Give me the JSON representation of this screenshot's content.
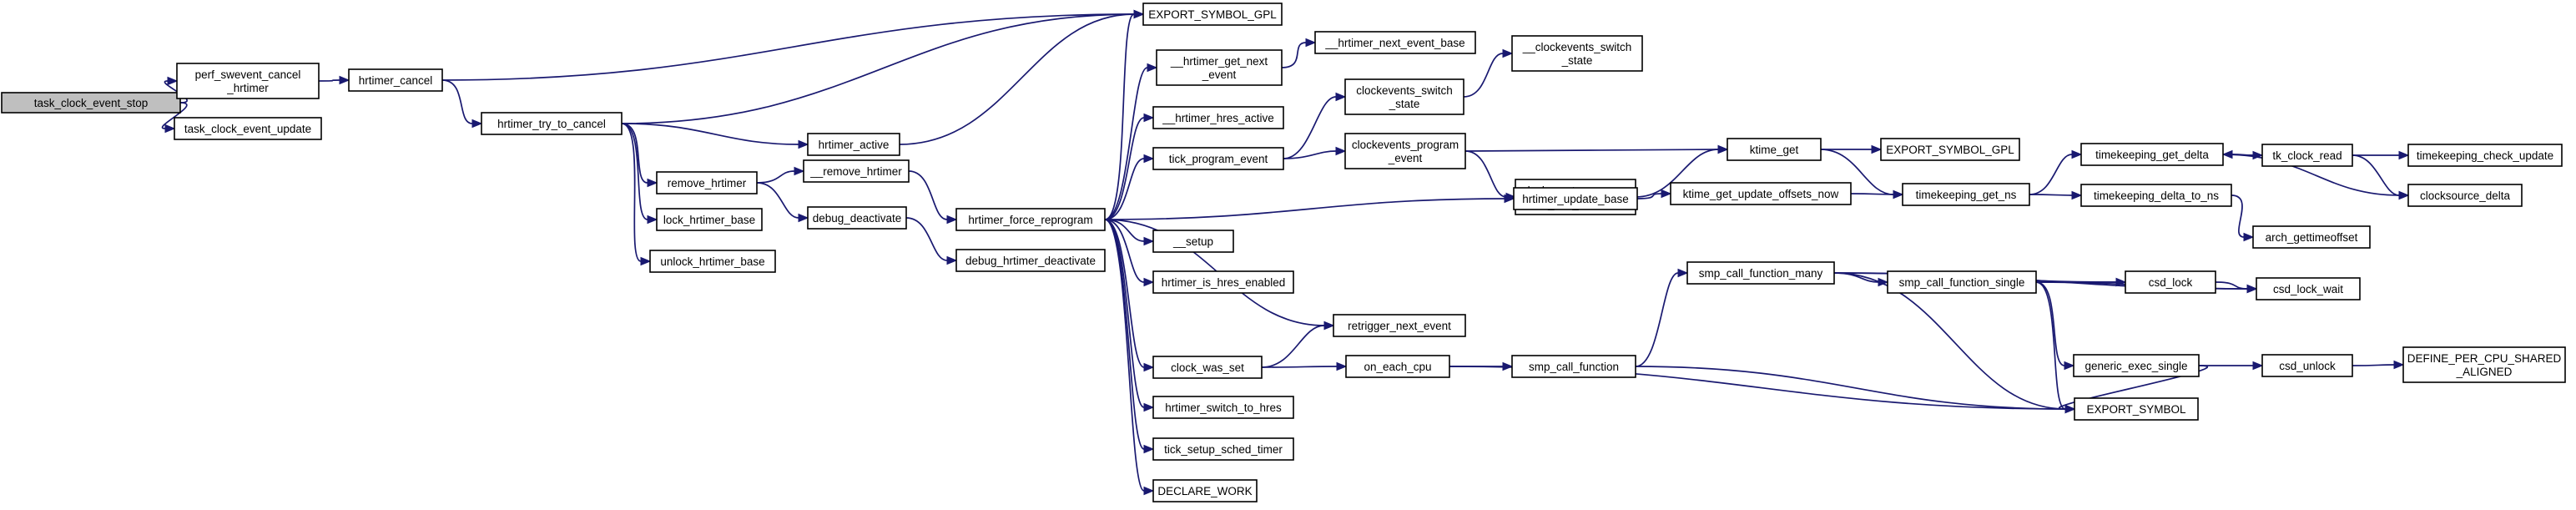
{
  "diagram": {
    "type": "call-graph",
    "colors": {
      "edge": "#191970",
      "root_fill": "#bfbfbf",
      "node_fill": "#ffffff",
      "node_border": "#000000"
    },
    "nodes": [
      {
        "id": "task_clock_event_stop",
        "lines": [
          "task_clock_event_stop"
        ],
        "root": true
      },
      {
        "id": "perf_swevent_cancel_hrtimer",
        "lines": [
          "perf_swevent_cancel",
          "_hrtimer"
        ]
      },
      {
        "id": "task_clock_event_update",
        "lines": [
          "task_clock_event_update"
        ]
      },
      {
        "id": "hrtimer_cancel",
        "lines": [
          "hrtimer_cancel"
        ]
      },
      {
        "id": "hrtimer_try_to_cancel",
        "lines": [
          "hrtimer_try_to_cancel"
        ]
      },
      {
        "id": "export_symbol_gpl_1",
        "lines": [
          "EXPORT_SYMBOL_GPL"
        ]
      },
      {
        "id": "hrtimer_active",
        "lines": [
          "hrtimer_active"
        ]
      },
      {
        "id": "remove_hrtimer",
        "lines": [
          "remove_hrtimer"
        ]
      },
      {
        "id": "lock_hrtimer_base",
        "lines": [
          "lock_hrtimer_base"
        ]
      },
      {
        "id": "unlock_hrtimer_base",
        "lines": [
          "unlock_hrtimer_base"
        ]
      },
      {
        "id": "__remove_hrtimer",
        "lines": [
          "__remove_hrtimer"
        ]
      },
      {
        "id": "debug_deactivate",
        "lines": [
          "debug_deactivate"
        ]
      },
      {
        "id": "hrtimer_force_reprogram",
        "lines": [
          "hrtimer_force_reprogram"
        ]
      },
      {
        "id": "debug_hrtimer_deactivate",
        "lines": [
          "debug_hrtimer_deactivate"
        ]
      },
      {
        "id": "__hrtimer_get_next_event",
        "lines": [
          "__hrtimer_get_next",
          "_event"
        ]
      },
      {
        "id": "__hrtimer_next_event_base",
        "lines": [
          "__hrtimer_next_event_base"
        ]
      },
      {
        "id": "__hrtimer_hres_active",
        "lines": [
          "__hrtimer_hres_active"
        ]
      },
      {
        "id": "tick_program_event",
        "lines": [
          "tick_program_event"
        ]
      },
      {
        "id": "clockevents_switch_state",
        "lines": [
          "clockevents_switch",
          "_state"
        ]
      },
      {
        "id": "__clockevents_switch_state",
        "lines": [
          "__clockevents_switch",
          "_state"
        ]
      },
      {
        "id": "clockevents_program_event",
        "lines": [
          "clockevents_program",
          "_event"
        ]
      },
      {
        "id": "clockevents_program_min_delta",
        "lines": [
          "clockevents_program",
          "_min_delta"
        ]
      },
      {
        "id": "ktime_get",
        "lines": [
          "ktime_get"
        ]
      },
      {
        "id": "export_symbol_gpl_2",
        "lines": [
          "EXPORT_SYMBOL_GPL"
        ]
      },
      {
        "id": "hrtimer_update_base",
        "lines": [
          "hrtimer_update_base"
        ]
      },
      {
        "id": "ktime_get_update_offsets_now",
        "lines": [
          "ktime_get_update_offsets_now"
        ]
      },
      {
        "id": "timekeeping_get_ns",
        "lines": [
          "timekeeping_get_ns"
        ]
      },
      {
        "id": "timekeeping_get_delta",
        "lines": [
          "timekeeping_get_delta"
        ]
      },
      {
        "id": "tk_clock_read",
        "lines": [
          "tk_clock_read"
        ]
      },
      {
        "id": "timekeeping_check_update",
        "lines": [
          "timekeeping_check_update"
        ]
      },
      {
        "id": "clocksource_delta",
        "lines": [
          "clocksource_delta"
        ]
      },
      {
        "id": "timekeeping_delta_to_ns",
        "lines": [
          "timekeeping_delta_to_ns"
        ]
      },
      {
        "id": "arch_gettimeoffset",
        "lines": [
          "arch_gettimeoffset"
        ]
      },
      {
        "id": "__setup",
        "lines": [
          "__setup"
        ]
      },
      {
        "id": "hrtimer_is_hres_enabled",
        "lines": [
          "hrtimer_is_hres_enabled"
        ]
      },
      {
        "id": "retrigger_next_event",
        "lines": [
          "retrigger_next_event"
        ]
      },
      {
        "id": "clock_was_set",
        "lines": [
          "clock_was_set"
        ]
      },
      {
        "id": "on_each_cpu",
        "lines": [
          "on_each_cpu"
        ]
      },
      {
        "id": "smp_call_function",
        "lines": [
          "smp_call_function"
        ]
      },
      {
        "id": "smp_call_function_many",
        "lines": [
          "smp_call_function_many"
        ]
      },
      {
        "id": "smp_call_function_single",
        "lines": [
          "smp_call_function_single"
        ]
      },
      {
        "id": "csd_lock",
        "lines": [
          "csd_lock"
        ]
      },
      {
        "id": "csd_lock_wait",
        "lines": [
          "csd_lock_wait"
        ]
      },
      {
        "id": "generic_exec_single",
        "lines": [
          "generic_exec_single"
        ]
      },
      {
        "id": "csd_unlock",
        "lines": [
          "csd_unlock"
        ]
      },
      {
        "id": "define_per_cpu_shared_aligned",
        "lines": [
          "DEFINE_PER_CPU_SHARED",
          "_ALIGNED"
        ]
      },
      {
        "id": "export_symbol",
        "lines": [
          "EXPORT_SYMBOL"
        ]
      },
      {
        "id": "hrtimer_switch_to_hres",
        "lines": [
          "hrtimer_switch_to_hres"
        ]
      },
      {
        "id": "tick_setup_sched_timer",
        "lines": [
          "tick_setup_sched_timer"
        ]
      },
      {
        "id": "declare_work",
        "lines": [
          "DECLARE_WORK"
        ]
      }
    ],
    "edges": [
      [
        "task_clock_event_stop",
        "perf_swevent_cancel_hrtimer"
      ],
      [
        "task_clock_event_stop",
        "task_clock_event_update"
      ],
      [
        "perf_swevent_cancel_hrtimer",
        "hrtimer_cancel"
      ],
      [
        "hrtimer_cancel",
        "export_symbol_gpl_1"
      ],
      [
        "hrtimer_cancel",
        "hrtimer_try_to_cancel"
      ],
      [
        "hrtimer_try_to_cancel",
        "export_symbol_gpl_1"
      ],
      [
        "hrtimer_try_to_cancel",
        "hrtimer_active"
      ],
      [
        "hrtimer_try_to_cancel",
        "remove_hrtimer"
      ],
      [
        "hrtimer_try_to_cancel",
        "lock_hrtimer_base"
      ],
      [
        "hrtimer_try_to_cancel",
        "unlock_hrtimer_base"
      ],
      [
        "hrtimer_active",
        "export_symbol_gpl_1"
      ],
      [
        "remove_hrtimer",
        "__remove_hrtimer"
      ],
      [
        "remove_hrtimer",
        "debug_deactivate"
      ],
      [
        "__remove_hrtimer",
        "hrtimer_force_reprogram"
      ],
      [
        "debug_deactivate",
        "debug_hrtimer_deactivate"
      ],
      [
        "hrtimer_force_reprogram",
        "export_symbol_gpl_1"
      ],
      [
        "hrtimer_force_reprogram",
        "__hrtimer_get_next_event"
      ],
      [
        "hrtimer_force_reprogram",
        "__hrtimer_hres_active"
      ],
      [
        "hrtimer_force_reprogram",
        "tick_program_event"
      ],
      [
        "hrtimer_force_reprogram",
        "hrtimer_update_base"
      ],
      [
        "hrtimer_force_reprogram",
        "__setup"
      ],
      [
        "hrtimer_force_reprogram",
        "hrtimer_is_hres_enabled"
      ],
      [
        "hrtimer_force_reprogram",
        "retrigger_next_event"
      ],
      [
        "hrtimer_force_reprogram",
        "clock_was_set"
      ],
      [
        "hrtimer_force_reprogram",
        "hrtimer_switch_to_hres"
      ],
      [
        "hrtimer_force_reprogram",
        "tick_setup_sched_timer"
      ],
      [
        "hrtimer_force_reprogram",
        "declare_work"
      ],
      [
        "__hrtimer_get_next_event",
        "__hrtimer_next_event_base"
      ],
      [
        "tick_program_event",
        "clockevents_switch_state"
      ],
      [
        "tick_program_event",
        "clockevents_program_event"
      ],
      [
        "clockevents_switch_state",
        "__clockevents_switch_state"
      ],
      [
        "clockevents_program_event",
        "ktime_get"
      ],
      [
        "clockevents_program_event",
        "clockevents_program_min_delta"
      ],
      [
        "clockevents_program_min_delta",
        "ktime_get"
      ],
      [
        "ktime_get",
        "export_symbol_gpl_2"
      ],
      [
        "ktime_get",
        "timekeeping_get_ns"
      ],
      [
        "hrtimer_update_base",
        "ktime_get_update_offsets_now"
      ],
      [
        "ktime_get_update_offsets_now",
        "timekeeping_get_ns"
      ],
      [
        "timekeeping_get_ns",
        "timekeeping_get_delta"
      ],
      [
        "timekeeping_get_ns",
        "timekeeping_delta_to_ns"
      ],
      [
        "timekeeping_get_delta",
        "tk_clock_read"
      ],
      [
        "timekeeping_get_delta",
        "clocksource_delta"
      ],
      [
        "tk_clock_read",
        "timekeeping_get_delta"
      ],
      [
        "tk_clock_read",
        "timekeeping_check_update"
      ],
      [
        "tk_clock_read",
        "clocksource_delta"
      ],
      [
        "timekeeping_delta_to_ns",
        "arch_gettimeoffset"
      ],
      [
        "clock_was_set",
        "retrigger_next_event"
      ],
      [
        "clock_was_set",
        "on_each_cpu"
      ],
      [
        "on_each_cpu",
        "smp_call_function"
      ],
      [
        "on_each_cpu",
        "export_symbol"
      ],
      [
        "smp_call_function",
        "smp_call_function_many"
      ],
      [
        "smp_call_function",
        "export_symbol"
      ],
      [
        "smp_call_function_many",
        "csd_lock"
      ],
      [
        "smp_call_function_many",
        "csd_lock_wait"
      ],
      [
        "smp_call_function_many",
        "smp_call_function_single"
      ],
      [
        "smp_call_function_many",
        "export_symbol"
      ],
      [
        "smp_call_function_single",
        "csd_lock"
      ],
      [
        "smp_call_function_single",
        "csd_lock_wait"
      ],
      [
        "smp_call_function_single",
        "generic_exec_single"
      ],
      [
        "smp_call_function_single",
        "export_symbol"
      ],
      [
        "csd_lock",
        "csd_lock_wait"
      ],
      [
        "generic_exec_single",
        "csd_unlock"
      ],
      [
        "generic_exec_single",
        "export_symbol"
      ],
      [
        "csd_unlock",
        "define_per_cpu_shared_aligned"
      ]
    ]
  }
}
